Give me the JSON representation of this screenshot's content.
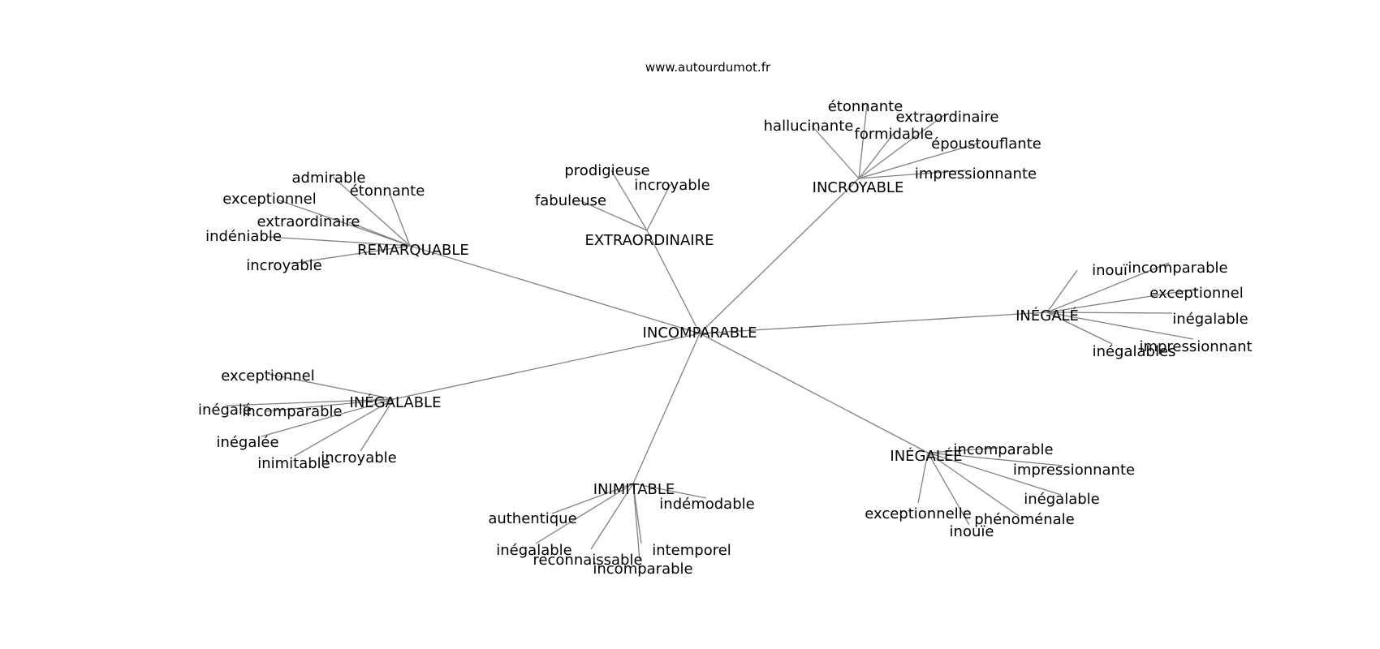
{
  "source_label": "www.autourdumot.fr",
  "center": "INCOMPARABLE",
  "clusters": [
    {
      "id": "remarquable",
      "label": "REMARQUABLE",
      "leaves": [
        "admirable",
        "étonnante",
        "exceptionnel",
        "extraordinaire",
        "indéniable",
        "incroyable"
      ]
    },
    {
      "id": "extraordinaire",
      "label": "EXTRAORDINAIRE",
      "leaves": [
        "prodigieuse",
        "incroyable",
        "fabuleuse"
      ]
    },
    {
      "id": "incroyable",
      "label": "INCROYABLE",
      "leaves": [
        "étonnante",
        "hallucinante",
        "extraordinaire",
        "formidable",
        "époustouflante",
        "impressionnante"
      ]
    },
    {
      "id": "inegale",
      "label": "INÉGALÉ",
      "leaves": [
        "inouï",
        "incomparable",
        "exceptionnel",
        "inégalable",
        "impressionnant",
        "inégalables"
      ]
    },
    {
      "id": "inegalable",
      "label": "INÉGALABLE",
      "leaves": [
        "exceptionnel",
        "inégalé",
        "incomparable",
        "inégalée",
        "incroyable",
        "inimitable"
      ]
    },
    {
      "id": "inimitable",
      "label": "INIMITABLE",
      "leaves": [
        "indémodable",
        "authentique",
        "inégalable",
        "intemporel",
        "reconnaissable",
        "incomparable"
      ]
    },
    {
      "id": "inegalee",
      "label": "INÉGALÉE",
      "leaves": [
        "incomparable",
        "impressionnante",
        "inégalable",
        "exceptionnelle",
        "phénoménale",
        "inouïe"
      ]
    }
  ]
}
